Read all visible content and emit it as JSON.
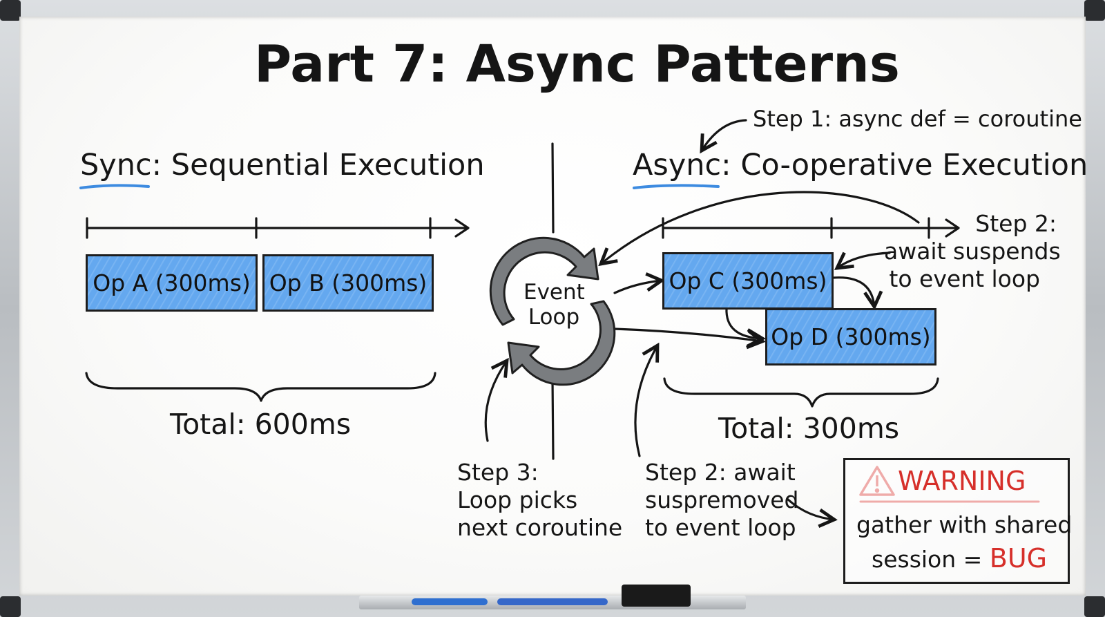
{
  "title": "Part 7: Async Patterns",
  "left": {
    "heading_underlined": "Sync",
    "heading_rest": ": Sequential Execution",
    "ops": [
      "Op A (300ms)",
      "Op B (300ms)"
    ],
    "total": "Total: 600ms"
  },
  "right": {
    "heading_underlined": "Async",
    "heading_rest": ": Co-operative Execution",
    "ops": [
      "Op C (300ms)",
      "Op D (300ms)"
    ],
    "total": "Total: 300ms"
  },
  "event_loop": {
    "line1": "Event",
    "line2": "Loop"
  },
  "annotations": {
    "step1": "Step 1: async def = coroutine",
    "step2_top": [
      "Step 2:",
      "await suspends",
      "to event loop"
    ],
    "step3": [
      "Step 3:",
      "Loop picks",
      "next coroutine"
    ],
    "step2_bottom": [
      "Step 2: await",
      "suspremoved",
      "to event loop"
    ]
  },
  "warning": {
    "label": "WARNING",
    "line1": "gather with shared",
    "line2_text": "session = ",
    "line2_highlight": "BUG"
  },
  "colors": {
    "op_fill": "#64a8ef",
    "underline": "#3d8be0",
    "warning": "#d62f2a",
    "loop_arrow": "#7a7d80"
  },
  "icons": [
    "warning-triangle-icon",
    "refresh-cycle-icon"
  ]
}
